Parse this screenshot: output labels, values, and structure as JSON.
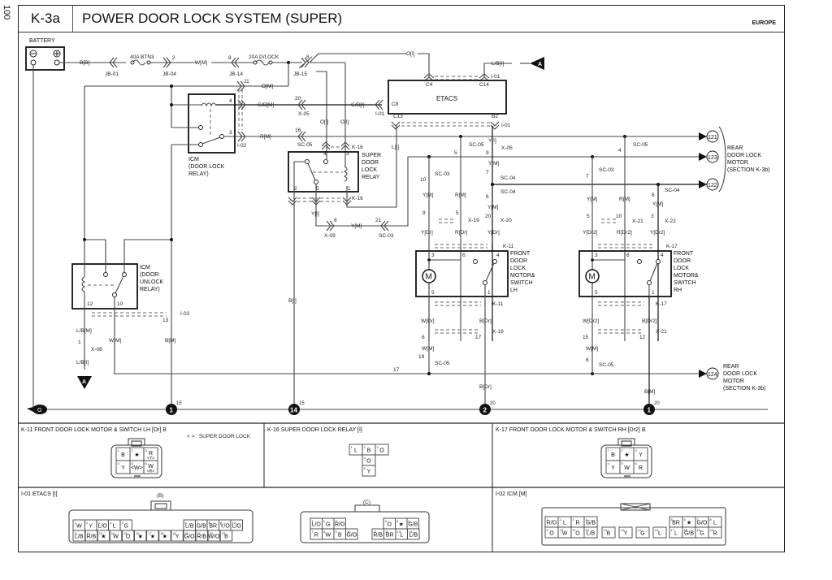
{
  "page_number": "100",
  "header": {
    "section_code": "K-3a",
    "title": "POWER DOOR LOCK SYSTEM (SUPER)",
    "region": "EUROPE"
  },
  "diagram": {
    "battery_label": "BATTERY",
    "battery_wire": "B[B]",
    "fuse_40a": "40A BTN3",
    "fuse_20a": "20A D/LOCK",
    "jb01": "JB-01",
    "jb04": "JB-04",
    "jb04_pin": "2",
    "jb14": "JB-14",
    "jb14_pin": "8",
    "jb15": "JB-15",
    "jb15_pin": "8",
    "wire_wm_top": "W[M]",
    "wire_oi_top": "O[I]",
    "wire_lbi_top": "L/B[I]",
    "connector_a": "A",
    "etacs_label": "ETACS",
    "etacs_pins": {
      "c4": "C4",
      "c14": "C14",
      "c8": "C8",
      "c13": "C13",
      "b2": "B2"
    },
    "i01": "I-01",
    "i02": "I-02",
    "wire_om": "O[M]",
    "pin_11": "11",
    "wire_gbm": "G/B[M]",
    "wire_gbi": "G/B[I]",
    "x05": "X-05",
    "pin_20": "20",
    "wire_oi_1": "O[I]",
    "wire_oi_2": "O[I]",
    "wire_rm": "R[M]",
    "sc05": "SC-05",
    "pin_16": "16",
    "k16": "K-16",
    "icm_lock": [
      "ICM",
      "(DOOR LOCK",
      "RELAY)"
    ],
    "icm_lock_pins": {
      "p4": "4",
      "p3": "3"
    },
    "super_relay": [
      "SUPER",
      "DOOR",
      "LOCK",
      "RELAY"
    ],
    "super_relay_pins": {
      "p4": "4",
      "p3": "3",
      "p2": "2",
      "p5": "5",
      "p1": "1"
    },
    "wire_li": "L[I]",
    "wire_yi": "Y[I]",
    "wire_ym_x09": "Y[M]",
    "x09": "X-09",
    "x09_pin": "8",
    "sc03": "SC-03",
    "sc03_pin": "21",
    "icm_unlock": [
      "ICM",
      "(DOOR",
      "UNLOCK",
      "RELAY)"
    ],
    "icm_unlock_pins": {
      "p12": "12",
      "p10": "10"
    },
    "i02_pin": "13",
    "wire_lbm": "L/B[M]",
    "x08": "X-08",
    "x08_pin": "1",
    "wire_lbi": "L/B[I]",
    "wire_wm": "W[M]",
    "wire_bm": "B[M]",
    "wire_bi": "B[I]",
    "rear_motor_refs": [
      "121",
      "123",
      "122"
    ],
    "rear_motor_label": [
      "REAR",
      "DOOR LOCK",
      "MOTOR",
      "(SECTION K-3b)"
    ],
    "rear_motor_ref_124": "124",
    "lh": {
      "splices": [
        {
          "name": "SC-05",
          "pin": "5"
        },
        {
          "name": "X-05",
          "pin": "9"
        },
        {
          "name": "SC-04",
          "pin": "7"
        },
        {
          "name": "SC-04",
          "pin": "6"
        },
        {
          "name": "SC-03",
          "pin": "10"
        }
      ],
      "wires_mid": [
        "Y[M]",
        "R[M]",
        "Y[M]",
        "Y[M]"
      ],
      "x19": "X-19",
      "x19_pin_a": "9",
      "x19_pin_b": "5",
      "x20": "X-20",
      "x20_pin": "20",
      "wires_dr": [
        "Y[Dr]",
        "R[Dr]",
        "Y[Dr]"
      ],
      "k11": "K-11",
      "pins": {
        "p3": "3",
        "p6": "6",
        "p4": "4",
        "p5": "5",
        "p1": "1"
      },
      "label": [
        "FRONT",
        "DOOR",
        "LOCK",
        "MOTOR&",
        "SWITCH",
        "LH"
      ],
      "wire_wdr": "W[Dr]",
      "wire_bdr": "B[Dr]",
      "x19_lower": "X-19",
      "x19_lower_pin_a": "6",
      "x19_lower_pin_b": "17",
      "wire_wm": "W[M]",
      "sc05_lower": "SC-05",
      "sc05_lower_pin": "19",
      "sc05_left_pin": "17",
      "wire_bdr_bottom": "B[Dr]",
      "ground_ref": "2",
      "ground_pin": "20"
    },
    "rh": {
      "splices": [
        {
          "name": "SC-05",
          "pin": "4"
        },
        {
          "name": "SC-03",
          "pin": "7"
        },
        {
          "name": "SC-04",
          "pin": "6"
        }
      ],
      "wires_mid": [
        "Y[M]",
        "R[M]",
        "Y[M]"
      ],
      "x21": "X-21",
      "x21_pin_a": "5",
      "x21_pin_b": "10",
      "x22": "X-22",
      "x22_pin": "3",
      "wires_dr": [
        "Y[Dr2]",
        "R[Dr2]",
        "Y[Dr2]"
      ],
      "k17": "K-17",
      "pins": {
        "p3": "3",
        "p6": "6",
        "p4": "4",
        "p5": "5",
        "p1": "1"
      },
      "label": [
        "FRONT",
        "DOOR",
        "LOCK",
        "MOTOR&",
        "SWITCH",
        "RH"
      ],
      "wire_wdr": "W[Dr2]",
      "wire_bdr": "B[Dr2]",
      "x21_lower": "X-21",
      "x21_lower_pin_a": "15",
      "x21_lower_pin_b": "12",
      "wire_wm": "W[M]",
      "sc05_lower": "SC-05",
      "sc05_lower_pin": "6",
      "wire_bm_bottom": "B[M]",
      "ground_ref": "1",
      "ground_pin": "20"
    },
    "grounds": [
      {
        "ref": "G"
      },
      {
        "ref": "1",
        "pin": "15"
      },
      {
        "ref": "14",
        "pin": "15"
      }
    ]
  },
  "connectors": {
    "k11": {
      "title": "K-11 FRONT DOOR LOCK MOTOR & SWITCH LH [Dr] B",
      "note": "< > : SUPER DOOR LOCK",
      "rows": [
        [
          {
            "n": "1",
            "t": "B"
          },
          {
            "n": "2",
            "t": "★"
          },
          {
            "n": "3",
            "t": "R",
            "s": "<Y>"
          }
        ],
        [
          {
            "n": "4",
            "t": "Y"
          },
          {
            "n": "5",
            "t": "<W>"
          },
          {
            "n": "6",
            "t": "W",
            "s": "<R>"
          }
        ]
      ]
    },
    "k16": {
      "title": "K-16 SUPER DOOR LOCK RELAY [I]",
      "cells": [
        {
          "n": "1",
          "t": "L"
        },
        {
          "n": "2",
          "t": "B"
        },
        {
          "n": "3",
          "t": "O"
        },
        {
          "n": "4",
          "t": "O"
        },
        {
          "n": "5",
          "t": "Y"
        }
      ]
    },
    "k17": {
      "title": "K-17 FRONT DOOR LOCK MOTOR & SWITCH RH [Dr2] B",
      "rows": [
        [
          {
            "n": "1",
            "t": "B"
          },
          {
            "n": "2",
            "t": "★"
          },
          {
            "n": "3",
            "t": "Y"
          }
        ],
        [
          {
            "n": "4",
            "t": "Y"
          },
          {
            "n": "5",
            "t": "W"
          },
          {
            "n": "6",
            "t": "R"
          }
        ]
      ]
    },
    "i01": {
      "title": "I-01 ETACS [I]",
      "b_label": "(B)",
      "c_label": "(C)",
      "b_top": [
        {
          "n": "1",
          "t": "W"
        },
        {
          "n": "2",
          "t": "Y"
        },
        {
          "n": "3",
          "t": "L/O"
        },
        {
          "n": "4",
          "t": "L"
        },
        {
          "n": "5",
          "t": "G"
        },
        {
          "n": "6",
          "t": "L/B"
        },
        {
          "n": "7",
          "t": "G/B"
        },
        {
          "n": "8",
          "t": "BR"
        },
        {
          "n": "9",
          "t": "Y/O"
        },
        {
          "n": "10",
          "t": "L/O"
        }
      ],
      "b_bottom": [
        {
          "n": "11",
          "t": "L/B"
        },
        {
          "n": "12",
          "t": "R/B"
        },
        {
          "n": "13",
          "t": "★"
        },
        {
          "n": "14",
          "t": "W"
        },
        {
          "n": "15",
          "t": "O"
        },
        {
          "n": "16",
          "t": "★"
        },
        {
          "n": "17",
          "t": "★"
        },
        {
          "n": "18",
          "t": "★"
        },
        {
          "n": "19",
          "t": "Y"
        },
        {
          "n": "20",
          "t": "G/O"
        },
        {
          "n": "21",
          "t": "R/B"
        },
        {
          "n": "22",
          "t": "W/O"
        },
        {
          "n": "23",
          "t": "B"
        }
      ],
      "c_top": [
        {
          "n": "1",
          "t": "L/O"
        },
        {
          "n": "2",
          "t": "G"
        },
        {
          "n": "3",
          "t": "R/O"
        },
        {
          "n": "4",
          "t": "O"
        },
        {
          "n": "5",
          "t": "★"
        },
        {
          "n": "6",
          "t": "G/B"
        }
      ],
      "c_bottom": [
        {
          "n": "7",
          "t": "R"
        },
        {
          "n": "8",
          "t": "W"
        },
        {
          "n": "9",
          "t": "B"
        },
        {
          "n": "10",
          "t": "G/O"
        },
        {
          "n": "11",
          "t": "R/B"
        },
        {
          "n": "12",
          "t": "BR"
        },
        {
          "n": "13",
          "t": "L"
        },
        {
          "n": "14",
          "t": "L/B"
        }
      ]
    },
    "i02": {
      "title": "I-02 ICM [M]",
      "top_left": [
        {
          "n": "1",
          "t": "R/O"
        },
        {
          "n": "2",
          "t": "L"
        },
        {
          "n": "3",
          "t": "R"
        },
        {
          "n": "4",
          "t": "G/B"
        }
      ],
      "top_right": [
        {
          "n": "5",
          "t": "BR"
        },
        {
          "n": "6",
          "t": "★"
        },
        {
          "n": "7",
          "t": "G/O"
        },
        {
          "n": "8",
          "t": "L"
        }
      ],
      "bottom": [
        {
          "n": "9",
          "t": "O"
        },
        {
          "n": "10",
          "t": "W"
        },
        {
          "n": "11",
          "t": "O"
        },
        {
          "n": "12",
          "t": "L/B"
        },
        {
          "n": "13",
          "t": "B"
        },
        {
          "n": "14",
          "t": "Y"
        },
        {
          "n": "15",
          "t": "G"
        },
        {
          "n": "16",
          "t": "L"
        },
        {
          "n": "17",
          "t": "L"
        },
        {
          "n": "18",
          "t": "G/B"
        },
        {
          "n": "19",
          "t": "G"
        },
        {
          "n": "20",
          "t": "R"
        }
      ]
    }
  }
}
